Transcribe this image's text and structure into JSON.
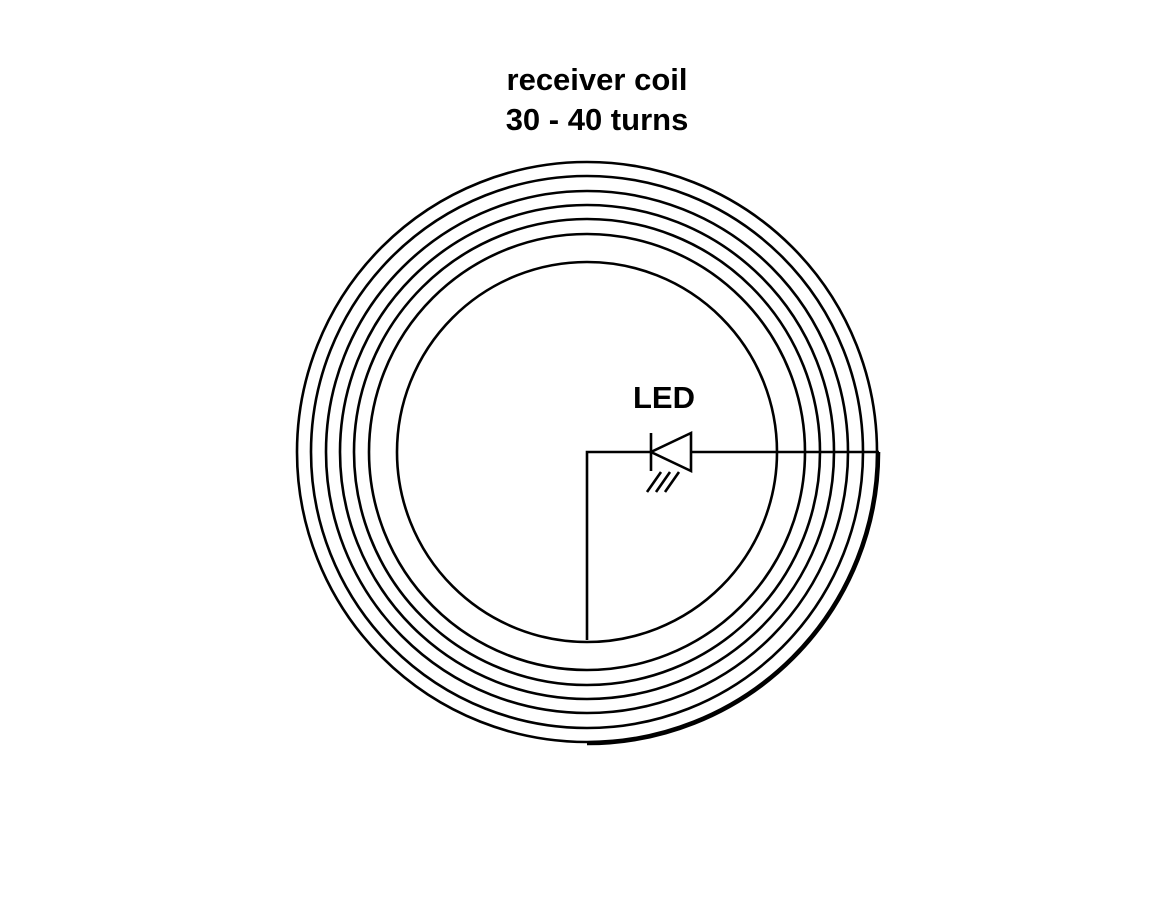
{
  "diagram": {
    "title_line1": "receiver coil",
    "title_line2": "30 - 40 turns",
    "led_label": "LED",
    "line_color": "#000000",
    "background_color": "#ffffff"
  }
}
